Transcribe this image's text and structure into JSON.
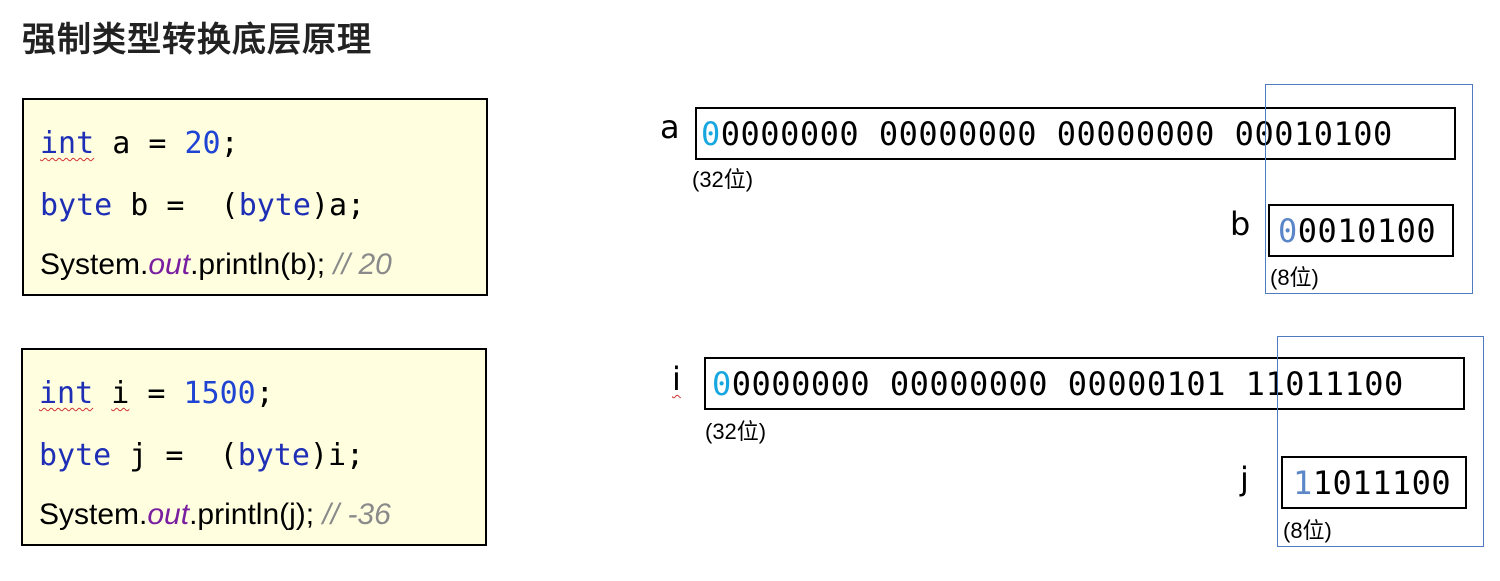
{
  "title": "强制类型转换底层原理",
  "example1": {
    "line1": {
      "kw": "int",
      "mid": " a = ",
      "num": "20",
      "end": ";"
    },
    "line2": {
      "kw": "byte",
      "mid": " b =  (",
      "kw2": "byte",
      "end": ")a;"
    },
    "line3": {
      "pre": "System.",
      "field": "out",
      "post": ".println(b); ",
      "comment": "// 20"
    },
    "var_a": "a",
    "a_sign": "0",
    "a_bits": "0000000 00000000 00000000 00010100",
    "a_len": "(32位)",
    "var_b": "b",
    "b_sign": "0",
    "b_bits": "0010100",
    "b_len": "(8位)"
  },
  "example2": {
    "line1": {
      "kw": "int",
      "mid": " ",
      "var": "i",
      "mid2": " = ",
      "num": "1500",
      "end": ";"
    },
    "line2": {
      "kw": "byte",
      "mid": " j =  (",
      "kw2": "byte",
      "end": ")i;"
    },
    "line3": {
      "pre": "System.",
      "field": "out",
      "post": ".println(j); ",
      "comment": "// -36"
    },
    "var_i": "i",
    "i_sign": "0",
    "i_bits": "0000000 00000000 00000101 11011100",
    "i_len": "(32位)",
    "var_j": "j",
    "j_sign": "1",
    "j_bits": "1011100",
    "j_len": "(8位)"
  }
}
